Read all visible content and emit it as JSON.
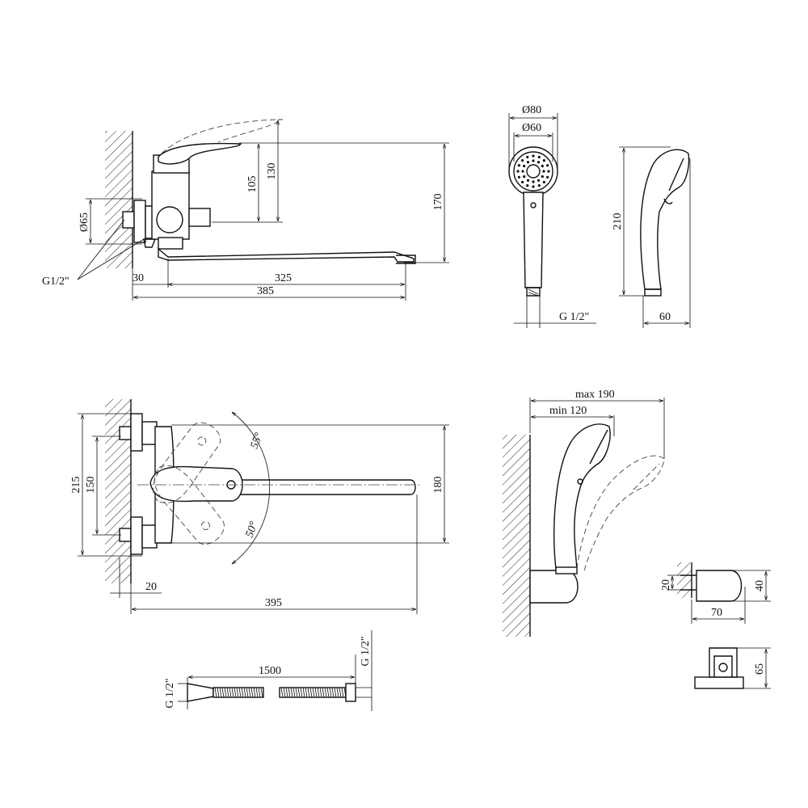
{
  "side_view": {
    "height_105": "105",
    "height_130": "130",
    "height_170": "170",
    "diameter_65": "Ø65",
    "thread_g12": "G1/2\"",
    "offset_30": "30",
    "spout_325": "325",
    "length_385": "385"
  },
  "front_view": {
    "height_215": "215",
    "spacing_150": "150",
    "height_180": "180",
    "angle_55": "55°",
    "angle_50": "50°",
    "offset_20": "20",
    "length_395": "395"
  },
  "hand_shower": {
    "diameter_80": "Ø80",
    "diameter_60": "Ø60",
    "length_210": "210",
    "thread_g12": "G 1/2\"",
    "depth_60": "60"
  },
  "wall_mount": {
    "max_190": "max 190",
    "min_120": "min 120"
  },
  "holder": {
    "bolt_20": "20",
    "height_40": "40",
    "depth_70": "70",
    "height_65": "65"
  },
  "hose": {
    "thread_left": "G 1/2\"",
    "length_1500": "1500",
    "thread_right": "G 1/2\""
  }
}
